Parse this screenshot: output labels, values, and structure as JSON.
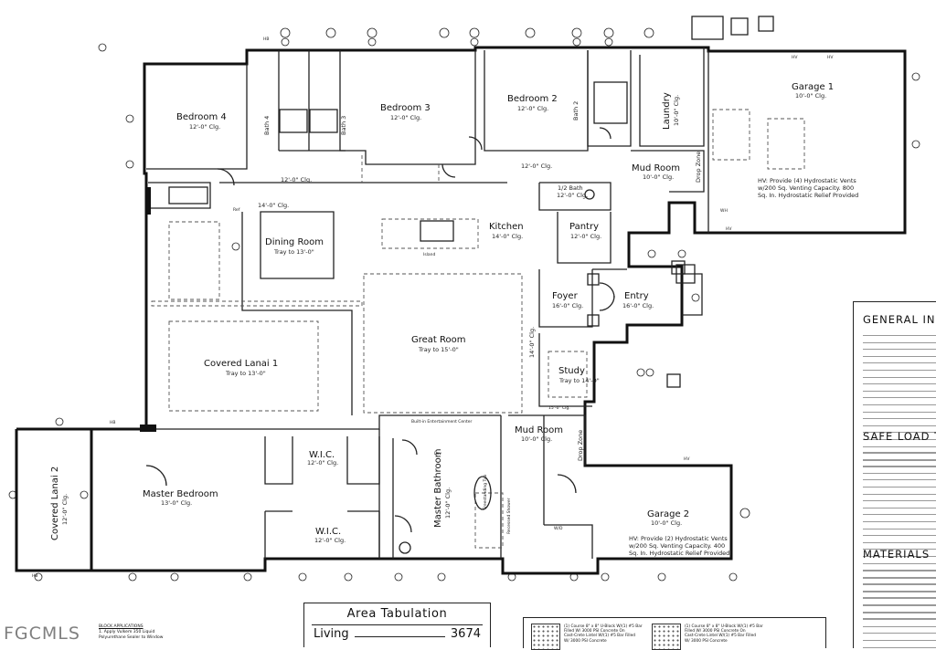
{
  "rooms": {
    "bedroom4": {
      "name": "Bedroom 4",
      "clg": "12'-0\" Clg."
    },
    "bath4": {
      "name": "Bath 4"
    },
    "bath3": {
      "name": "Bath 3"
    },
    "bedroom3": {
      "name": "Bedroom 3",
      "clg": "12'-0\" Clg."
    },
    "bedroom2": {
      "name": "Bedroom 2",
      "clg": "12'-0\" Clg."
    },
    "bath2": {
      "name": "Bath 2"
    },
    "laundry": {
      "name": "Laundry",
      "clg": "10'-0\" Clg."
    },
    "garage1": {
      "name": "Garage 1",
      "clg": "10'-0\" Clg."
    },
    "mudroom1": {
      "name": "Mud Room",
      "clg": "10'-0\" Clg."
    },
    "halfbath": {
      "name": "1/2 Bath",
      "clg": "12'-0\" Clg."
    },
    "kitchen": {
      "name": "Kitchen",
      "clg": "14'-0\" Clg."
    },
    "pantry": {
      "name": "Pantry",
      "clg": "12'-0\" Clg."
    },
    "dining": {
      "name": "Dining Room",
      "clg": "Tray to 13'-0\""
    },
    "great": {
      "name": "Great Room",
      "clg": "Tray to 15'-0\""
    },
    "foyer": {
      "name": "Foyer",
      "clg": "16'-0\" Clg."
    },
    "entry": {
      "name": "Entry",
      "clg": "16'-0\" Clg."
    },
    "study": {
      "name": "Study",
      "clg": "Tray to 14'-0\""
    },
    "lanai1": {
      "name": "Covered Lanai 1",
      "clg": "Tray to 13'-0\""
    },
    "lanai2": {
      "name": "Covered Lanai 2",
      "clg": "12'-0\" Clg."
    },
    "master": {
      "name": "Master Bedroom",
      "clg": "13'-0\" Clg."
    },
    "wic1": {
      "name": "W.I.C.",
      "clg": "12'-0\" Clg."
    },
    "wic2": {
      "name": "W.I.C.",
      "clg": "12'-0\" Clg."
    },
    "masterbath": {
      "name": "Master Bathroom",
      "clg": "12'-0\" Clg."
    },
    "mudroom2": {
      "name": "Mud Room",
      "clg": "10'-0\" Clg."
    },
    "garage2": {
      "name": "Garage 2",
      "clg": "10'-0\" Clg."
    }
  },
  "corridor_labels": {
    "hall1": "12'-0\" Clg.",
    "hall2": "14'-0\" Clg.",
    "hall3": "12'-0\" Clg.",
    "drop1": "Drop Zone",
    "drop2": "Drop Zone",
    "builtin": "Built-in Entertainment Center",
    "ceiling14": "14'-0\" Clg.",
    "foyer_clg": "16'-0\" Clg.",
    "study_clg": "15'-0\" Clg."
  },
  "garage_notes": {
    "g1": [
      "HV: Provide (4) Hydrostatic Vents",
      "w/200 Sq. Venting Capacity. 800",
      "Sq. In. Hydrostatic Relief Provided"
    ],
    "g2": [
      "HV: Provide (2) Hydrostatic Vents",
      "w/200 Sq. Venting Capacity. 400",
      "Sq. In. Hydrostatic Relief Provided"
    ]
  },
  "small_labels": {
    "hb1": "HB",
    "hb2": "HB",
    "hb3": "HB",
    "hv1": "HV",
    "hv2": "HV",
    "hv3": "HV",
    "hv4": "HV",
    "island": "Island",
    "tub": "Freestanding Tub",
    "shower": "Recessed Shower",
    "lav": "Lav",
    "ref": "Ref",
    "wh": "WH",
    "wd": "W/D"
  },
  "area": {
    "title": "Area Tabulation",
    "row_label": "Living",
    "row_value": "3674"
  },
  "notes_panel": {
    "general": "GENERAL INSTR",
    "safe_load": "SAFE LOAD TA",
    "materials": "MATERIALS"
  },
  "block_notes": {
    "title": "BLOCK APPLICATIONS",
    "line1": "1. Apply Vulkem 350 Liquid",
    "line2": "Polyurethane Sealer to Window"
  },
  "details": {
    "d1": [
      "(1) Course 8\" x 8\" U-Block W/(1) #5 Bar",
      "Filled W/ 3000 PSI Concrete On",
      "Cast-Crete Lintel W/(1) #5 Bar Filled",
      "W/ 3000 PSI Concrete"
    ],
    "d2": [
      "(1) Course 8\" x 8\" U-Block W/(1) #5 Bar",
      "Filled W/ 3000 PSI Concrete On",
      "Cast-Crete Lintel W/(1) #5 Bar Filled",
      "W/ 3000 PSI Concrete"
    ]
  },
  "watermark": "FGCMLS"
}
